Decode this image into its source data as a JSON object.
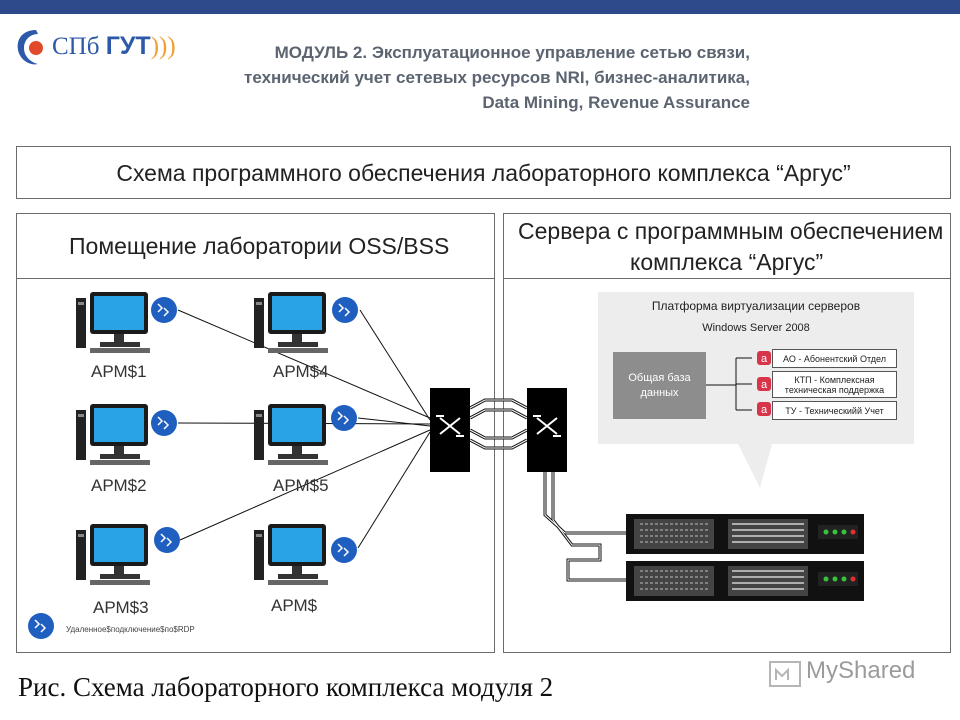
{
  "header": {
    "logo_text": "СПб",
    "logo_brand": "ГУТ",
    "logo_waves": ")))",
    "title_line1": "МОДУЛЬ 2. Эксплуатационное управление сетью связи,",
    "title_line2": "технический учет сетевых ресурсов NRI, бизнес-аналитика,",
    "title_line3": "Data Mining, Revenue Assurance"
  },
  "diagram": {
    "title": "Схема программного обеспечения лабораторного комплекса “Аргус”",
    "left_panel_title": "Помещение лаборатории OSS/BSS",
    "right_panel_title_line1": "Сервера с программным обеспечением",
    "right_panel_title_line2": "комплекса “Аргус”",
    "workstations": [
      "АРМ$1",
      "АРМ$4",
      "АРМ$2",
      "АРМ$5",
      "АРМ$3",
      "АРМ$"
    ],
    "rdp_legend": "Удаленное$подключение$по$RDP",
    "virtualization_title": "Платформа виртуализации серверов",
    "virtualization_os": "Windows Server 2008",
    "database_label": "Общая база данных",
    "modules": [
      "АО - Абонентский Отдел",
      "КТП - Комплексная техническая поддержка",
      "ТУ - Техническийй Учет"
    ],
    "module_icon_letter": "a"
  },
  "caption": "Рис. Схема лабораторного комплекса модуля 2",
  "watermark": "MyShared",
  "colors": {
    "topbar": "#2f4a8a",
    "rdp_icon": "#1f5fbf",
    "monitor_screen": "#2aa3e6",
    "switch": "#000000",
    "server_led": "#36c43c",
    "module_icon": "#d8354a"
  }
}
